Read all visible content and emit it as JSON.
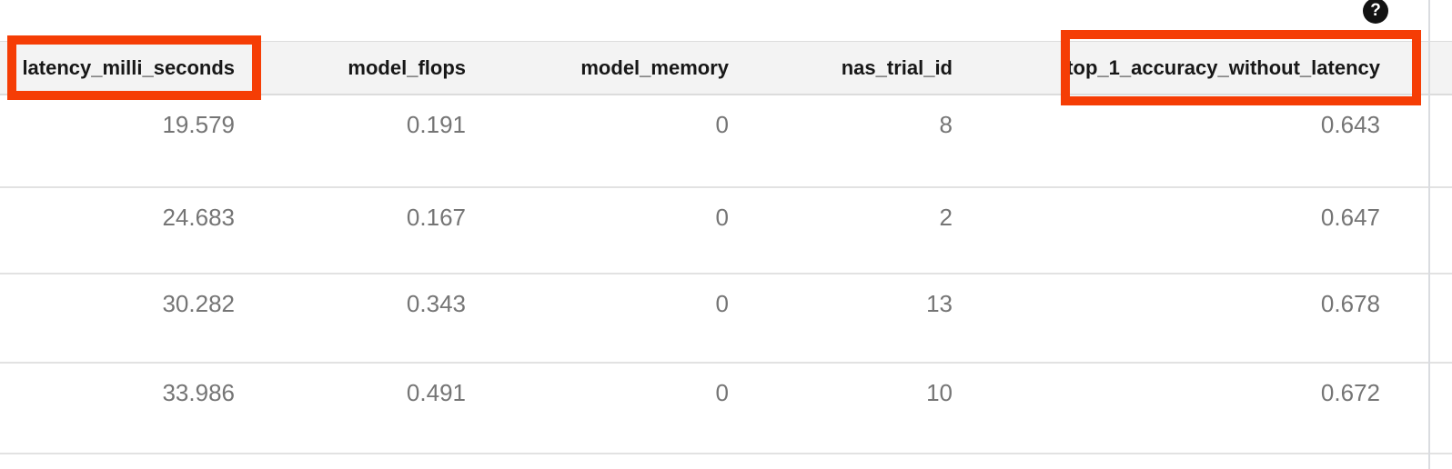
{
  "help": {
    "glyph": "?"
  },
  "colors": {
    "highlight": "#f53d05",
    "header_background": "#f3f3f3",
    "divider": "#dadce0",
    "row_separator": "#e2e2e2",
    "header_text": "#171717",
    "cell_text": "#757575",
    "help_icon_background": "#121212"
  },
  "table": {
    "columns": [
      {
        "label": "latency_milli_seconds",
        "highlighted": true
      },
      {
        "label": "model_flops",
        "highlighted": false
      },
      {
        "label": "model_memory",
        "highlighted": false
      },
      {
        "label": "nas_trial_id",
        "highlighted": false
      },
      {
        "label": "top_1_accuracy_without_latency",
        "highlighted": true
      }
    ],
    "rows": [
      [
        "19.579",
        "0.191",
        "0",
        "8",
        "0.643"
      ],
      [
        "24.683",
        "0.167",
        "0",
        "2",
        "0.647"
      ],
      [
        "30.282",
        "0.343",
        "0",
        "13",
        "0.678"
      ],
      [
        "33.986",
        "0.491",
        "0",
        "10",
        "0.672"
      ]
    ]
  }
}
